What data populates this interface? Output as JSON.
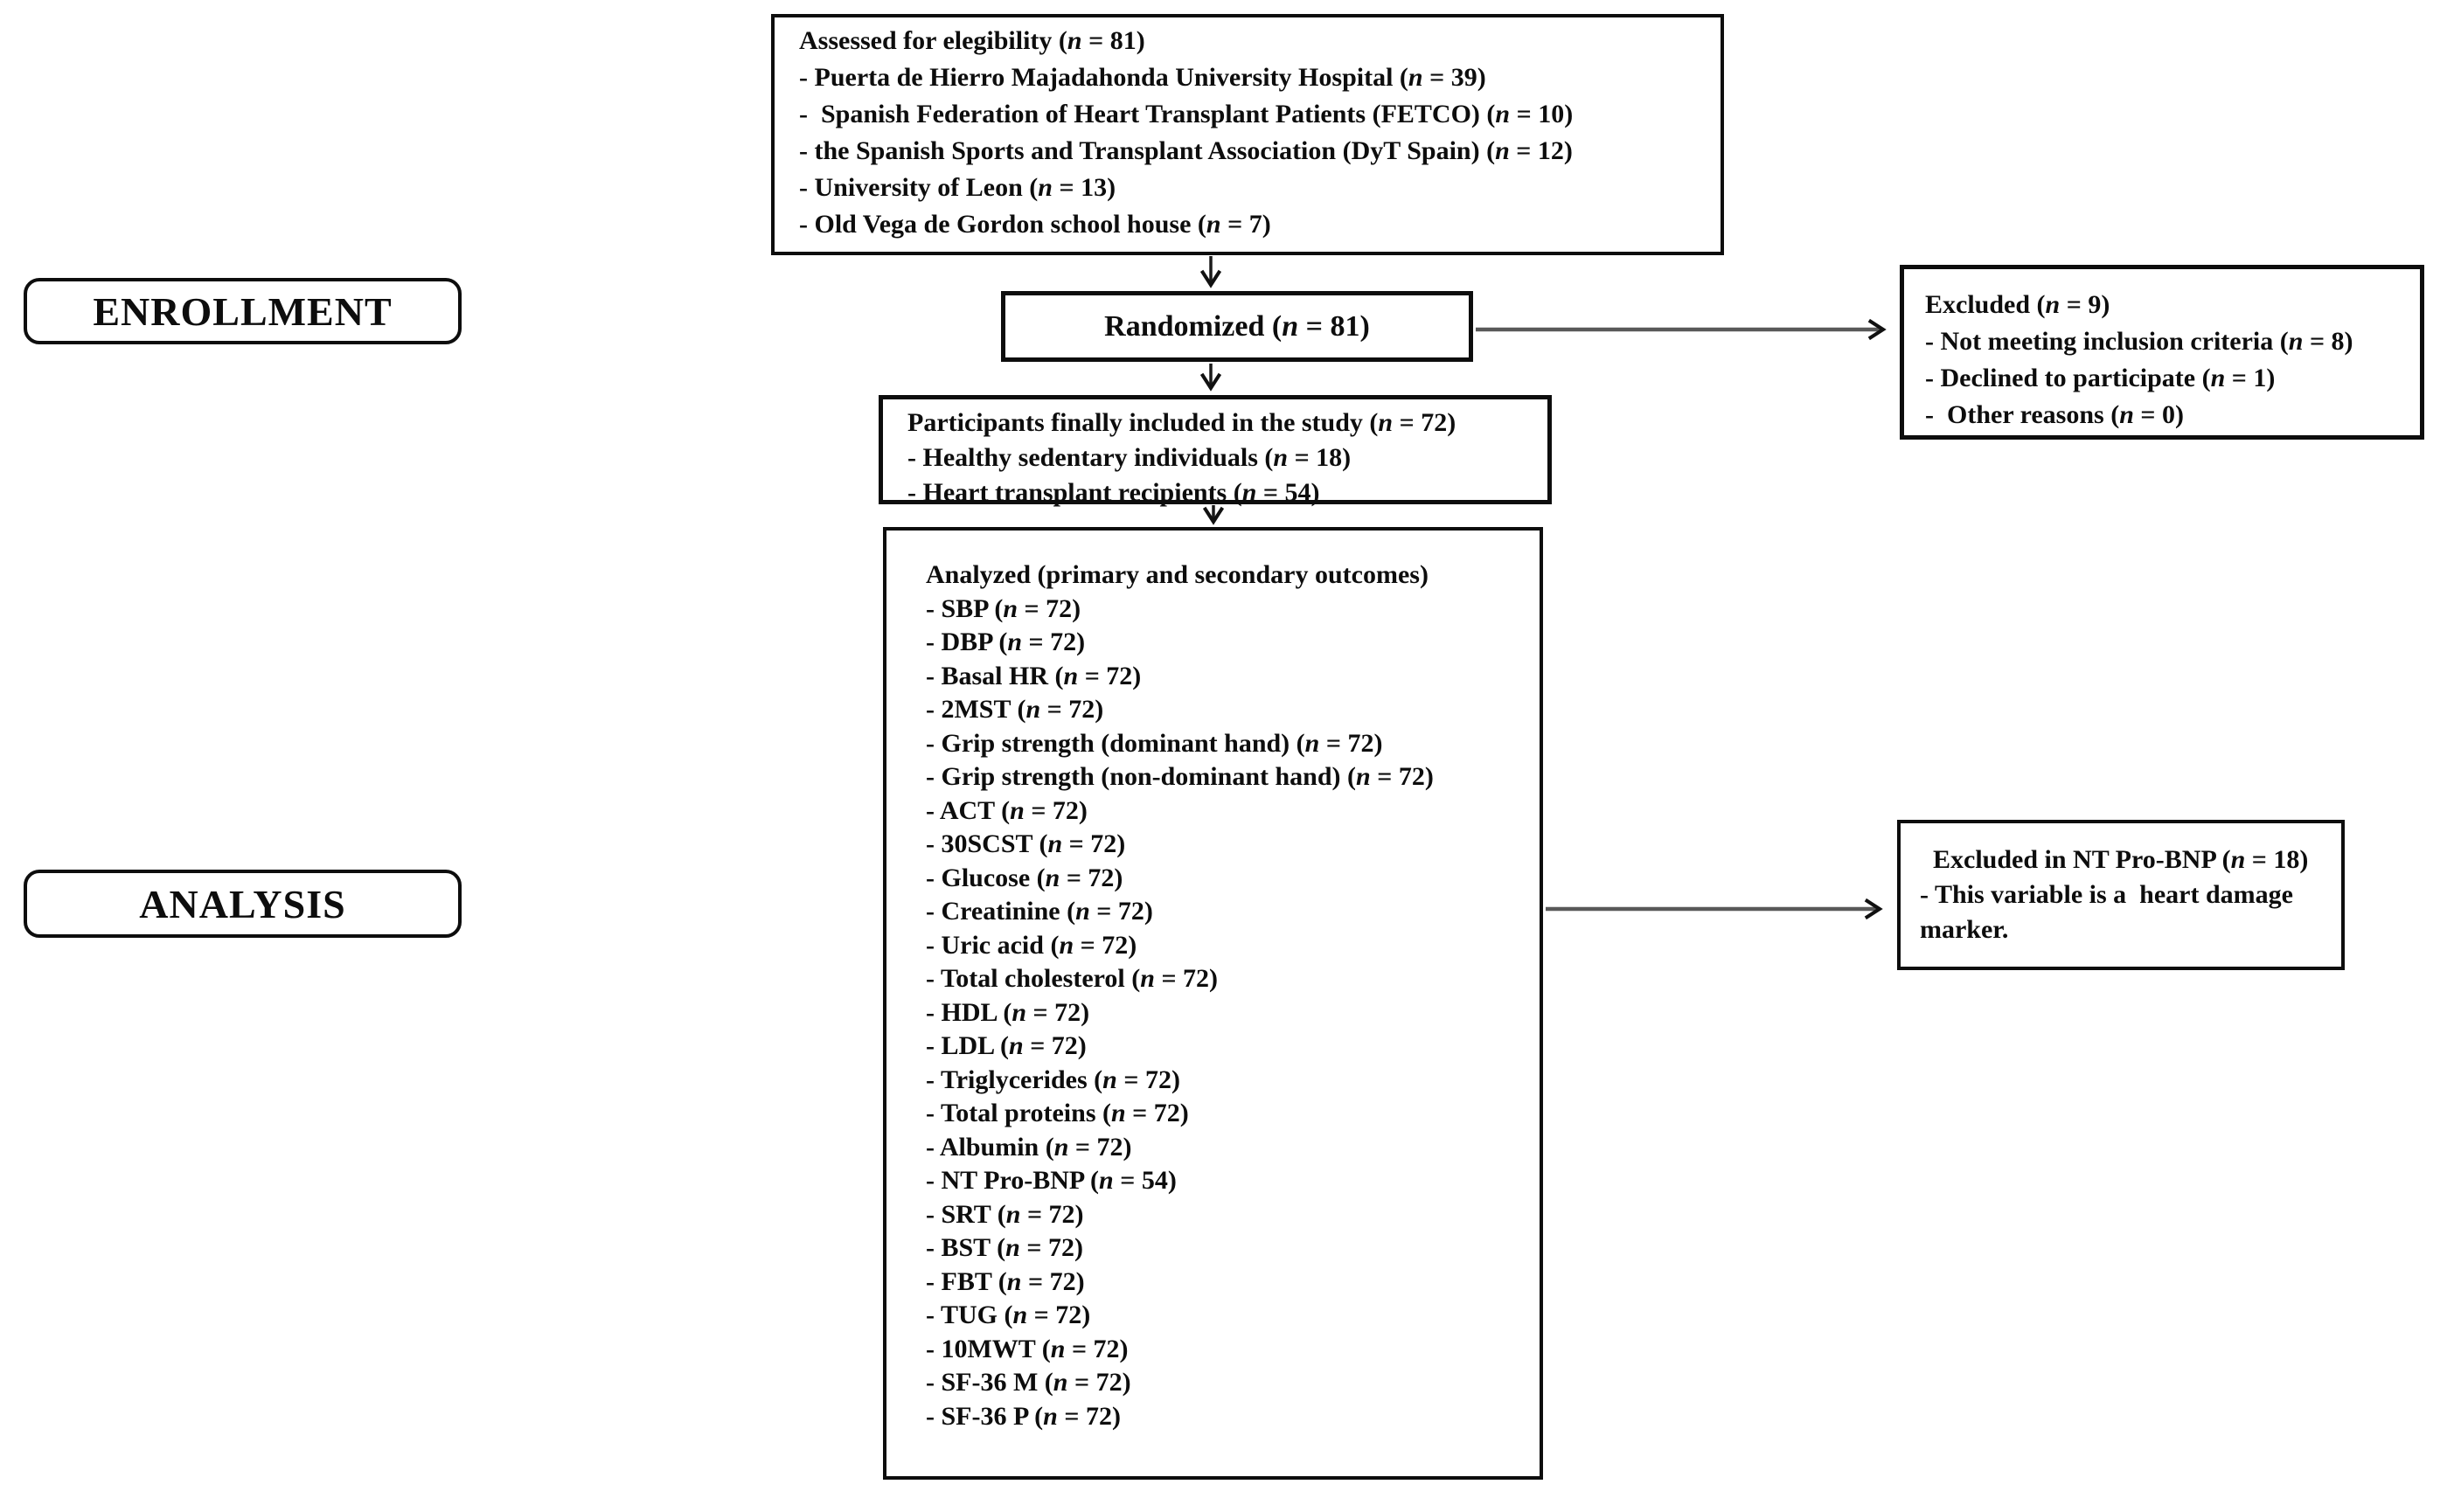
{
  "colors": {
    "background": "#ffffff",
    "box_border": "#0d0d0d",
    "text": "#0d0d0d",
    "vertical_arrow": "#1a1a1a",
    "horizontal_arrow": "#595959"
  },
  "stages": {
    "enrollment": "ENROLLMENT",
    "analysis": "ANALYSIS"
  },
  "boxes": {
    "assessed": {
      "lines": [
        {
          "text": "Assessed for elegibility",
          "n": "81"
        },
        {
          "text": "- Puerta de Hierro Majadahonda University Hospital",
          "n": "39"
        },
        {
          "text": "-  Spanish Federation of Heart Transplant Patients (FETCO)",
          "n": "10"
        },
        {
          "text": "- the Spanish Sports and Transplant Association (DyT Spain)",
          "n": "12"
        },
        {
          "text": "- University of Leon",
          "n": "13"
        },
        {
          "text": "- Old Vega de Gordon school house",
          "n": "7"
        }
      ]
    },
    "randomized": {
      "lines": [
        {
          "text": "Randomized",
          "n": "81"
        }
      ]
    },
    "excluded": {
      "lines": [
        {
          "text": "Excluded",
          "n": "9"
        },
        {
          "text": "- Not meeting inclusion criteria",
          "n": "8"
        },
        {
          "text": "- Declined to participate",
          "n": "1"
        },
        {
          "text": "-  Other reasons",
          "n": "0"
        }
      ]
    },
    "participants": {
      "lines": [
        {
          "text": "Participants finally included in the study",
          "n": "72"
        },
        {
          "text": "- Healthy sedentary individuals",
          "n": "18"
        },
        {
          "text": "- Heart transplant recipients",
          "n": "54"
        }
      ]
    },
    "analyzed": {
      "lines": [
        {
          "text": "Analyzed (primary and secondary outcomes)",
          "n": null
        },
        {
          "text": "- SBP",
          "n": "72"
        },
        {
          "text": "- DBP",
          "n": "72"
        },
        {
          "text": "- Basal HR",
          "n": "72"
        },
        {
          "text": "- 2MST",
          "n": "72"
        },
        {
          "text": "- Grip strength (dominant hand)",
          "n": "72"
        },
        {
          "text": "- Grip strength (non-dominant hand)",
          "n": "72"
        },
        {
          "text": "- ACT",
          "n": "72"
        },
        {
          "text": "- 30SCST",
          "n": "72"
        },
        {
          "text": "- Glucose",
          "n": "72"
        },
        {
          "text": "- Creatinine",
          "n": "72"
        },
        {
          "text": "- Uric acid",
          "n": "72"
        },
        {
          "text": "- Total cholesterol",
          "n": "72"
        },
        {
          "text": "- HDL",
          "n": "72"
        },
        {
          "text": "- LDL",
          "n": "72"
        },
        {
          "text": "- Triglycerides",
          "n": "72"
        },
        {
          "text": "- Total proteins",
          "n": "72"
        },
        {
          "text": "- Albumin",
          "n": "72"
        },
        {
          "text": "- NT Pro-BNP",
          "n": "54"
        },
        {
          "text": "- SRT",
          "n": "72"
        },
        {
          "text": "- BST",
          "n": "72"
        },
        {
          "text": "- FBT",
          "n": "72"
        },
        {
          "text": "- TUG",
          "n": "72"
        },
        {
          "text": "- 10MWT",
          "n": "72"
        },
        {
          "text": "- SF-36 M",
          "n": "72"
        },
        {
          "text": "- SF-36 P",
          "n": "72"
        }
      ]
    },
    "excluded_nt": {
      "lines": [
        {
          "text": "  Excluded in NT Pro-BNP",
          "n": "18"
        },
        {
          "text": "- This variable is a  heart damage",
          "n": null
        },
        {
          "text": "marker.",
          "n": null
        }
      ]
    }
  }
}
